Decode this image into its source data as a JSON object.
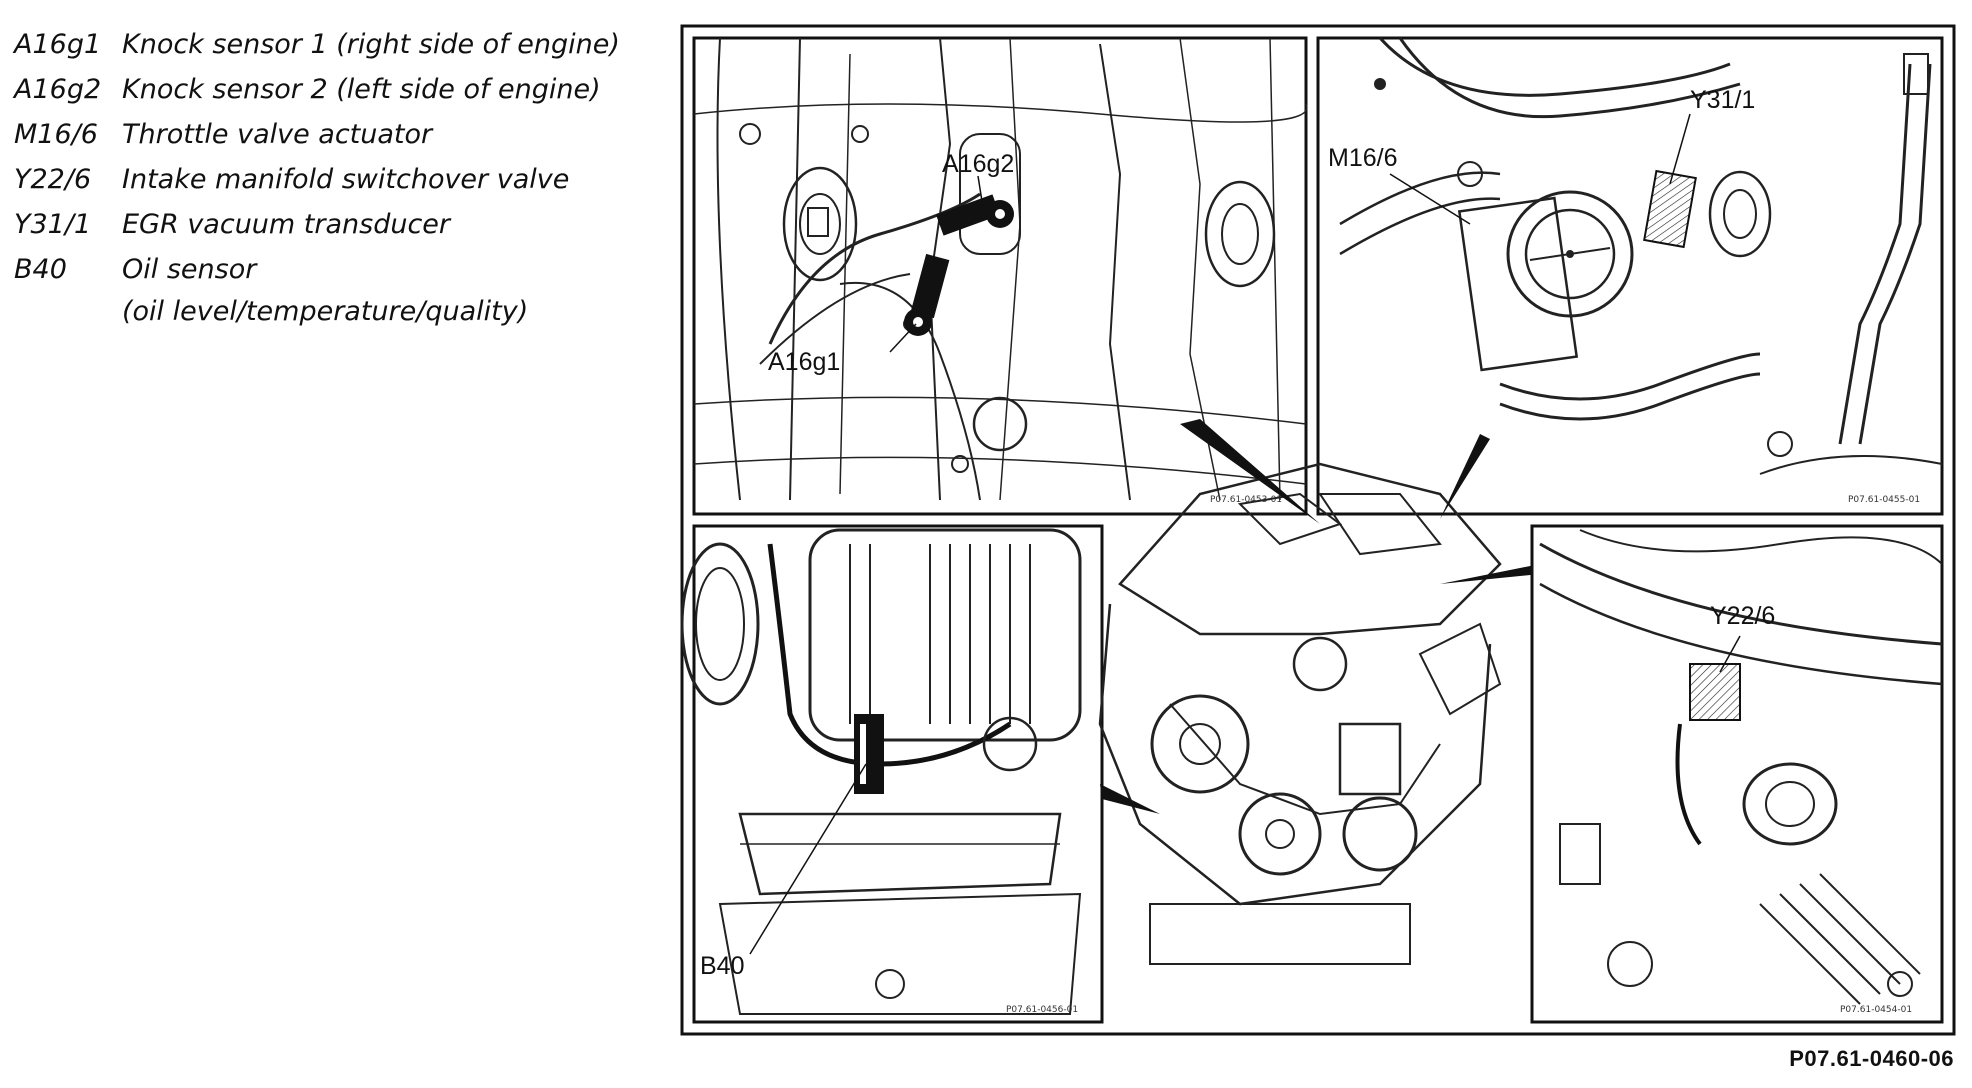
{
  "legend": [
    {
      "code": "A16g1",
      "desc": "Knock sensor 1 (right side of engine)"
    },
    {
      "code": "A16g2",
      "desc": "Knock sensor 2 (left side of engine)"
    },
    {
      "code": "M16/6",
      "desc": "Throttle valve actuator"
    },
    {
      "code": "Y22/6",
      "desc": "Intake manifold switchover valve"
    },
    {
      "code": "Y31/1",
      "desc": "EGR vacuum transducer"
    },
    {
      "code": "B40",
      "desc": "Oil sensor"
    }
  ],
  "legend_continuation": "(oil level/temperature/quality)",
  "callouts": {
    "a16g2": "A16g2",
    "a16g1": "A16g1",
    "m16_6": "M16/6",
    "y31_1": "Y31/1",
    "y22_6": "Y22/6",
    "b40": "B40"
  },
  "panel_refs": {
    "top_left": "P07.61-0453-01",
    "top_right": "P07.61-0455-01",
    "bottom_left": "P07.61-0456-01",
    "bottom_right": "P07.61-0454-01"
  },
  "figure_number": "P07.61-0460-06"
}
